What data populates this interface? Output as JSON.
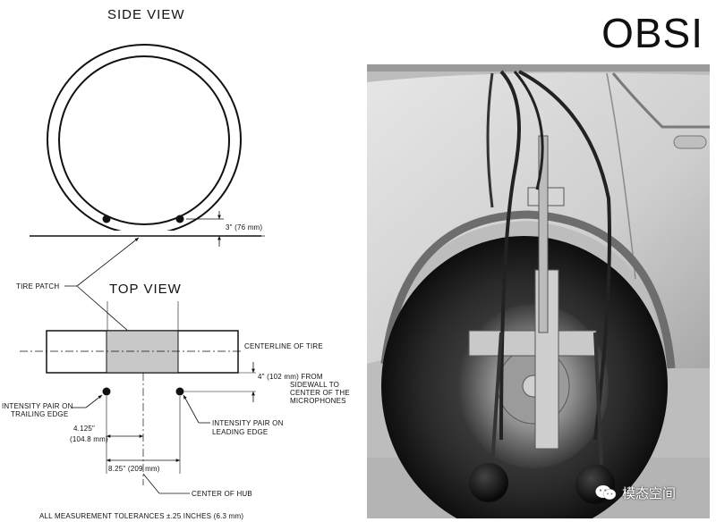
{
  "diagram": {
    "side_view_title": "SIDE VIEW",
    "top_view_title": "TOP VIEW",
    "height_dim": "3\" (76 mm)",
    "tire_patch": "TIRE PATCH",
    "centerline": "CENTERLINE OF TIRE",
    "offset_dim": {
      "line1": "4\" (102 mm) FROM",
      "line2": "SIDEWALL TO",
      "line3": "CENTER OF THE",
      "line4": "MICROPHONES"
    },
    "trailing": {
      "line1": "INTENSITY PAIR ON",
      "line2": "TRAILING EDGE"
    },
    "leading": {
      "line1": "INTENSITY PAIR ON",
      "line2": "LEADING EDGE"
    },
    "half_dim": {
      "line1": "4.125\"",
      "line2": "(104.8 mm)"
    },
    "full_dim": "8.25\" (209 mm)",
    "hub": "CENTER OF HUB",
    "tolerance": "ALL MEASUREMENT TOLERANCES ±.25 INCHES (6.3 mm)"
  },
  "title": "OBSI",
  "watermark": {
    "icon": "wechat-icon",
    "text": "模态空间"
  }
}
